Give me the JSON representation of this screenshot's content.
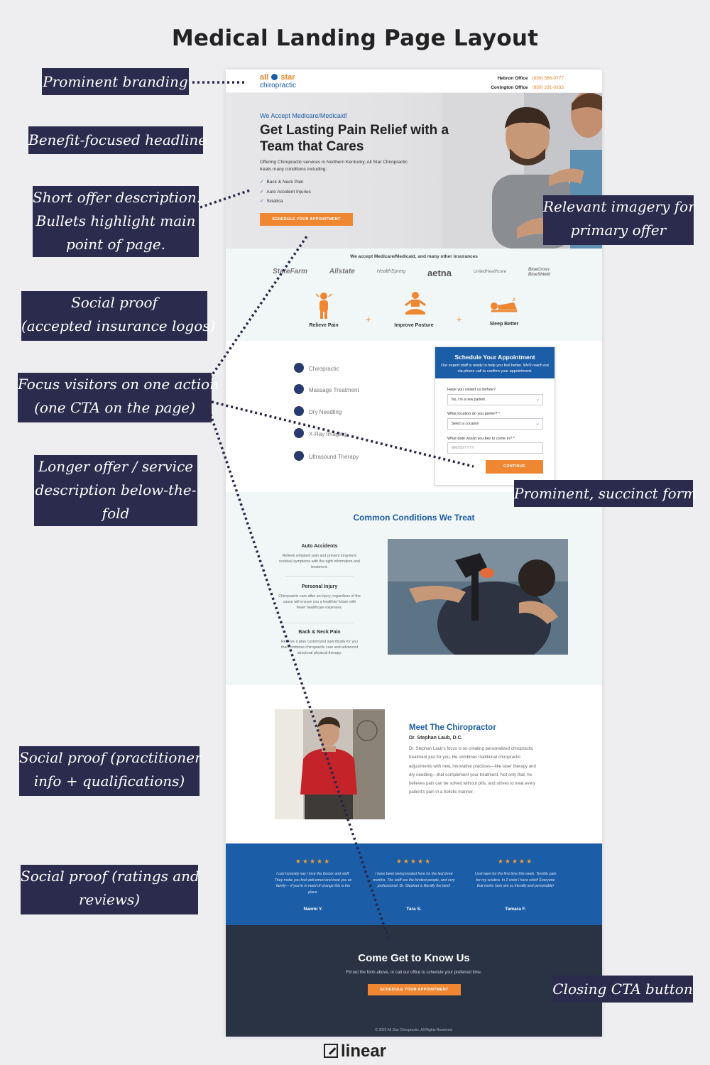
{
  "title": "Medical Landing Page Layout",
  "brand": "linear",
  "mockup": {
    "logo": {
      "line1_a": "all",
      "line1_b": "star",
      "line2": "chiropractic"
    },
    "offices": [
      {
        "name": "Hebron Office",
        "phone": "(859) 586-9777"
      },
      {
        "name": "Covington Office",
        "phone": "(859) 291-0333"
      }
    ],
    "hero": {
      "eyebrow": "We Accept Medicare/Medicaid!",
      "headline": "Get Lasting Pain Relief with a Team that Cares",
      "description": "Offering Chiropractic services in Northern Kentucky, All Star Chiropractic treats many conditions including:",
      "bullets": [
        "Back & Neck Pain",
        "Auto Accident Injuries",
        "Sciatica"
      ],
      "cta": "SCHEDULE YOUR APPOINTMENT"
    },
    "insurance": {
      "title": "We accept Medicare/Medicaid, and many other insurances",
      "logos": [
        "StateFarm",
        "Allstate",
        "HealthSpring",
        "aetna",
        "UnitedHealthcare",
        "BlueCross BlueShield"
      ],
      "benefits": [
        "Relieve Pain",
        "Improve Posture",
        "Sleep Better"
      ],
      "plus": "+"
    },
    "services": [
      "Chiropractic",
      "Massage Treatment",
      "Dry Needling",
      "X-Ray Imaging",
      "Ultrasound Therapy"
    ],
    "form": {
      "title": "Schedule Your Appointment",
      "subtitle": "Our expert staff is ready to help you feel better. We'll reach out via phone call to confirm your appointment.",
      "q1": "Have you visited us before?",
      "q1_value": "No, I'm a new patient.",
      "q2": "What location do you prefer? *",
      "q2_value": "Select a Location",
      "q3": "What date would you like to come in? *",
      "q3_placeholder": "MM/DD/YYYY",
      "submit": "CONTINUE"
    },
    "conditions": {
      "title": "Common Conditions We Treat",
      "items": [
        {
          "name": "Auto Accidents",
          "desc": "Relieve whiplash pain and prevent long-term residual symptoms with the right information and treatment."
        },
        {
          "name": "Personal Injury",
          "desc": "Chiropractic care after an injury, regardless of the cause will ensure you a healthier future with fewer healthcare expenses."
        },
        {
          "name": "Back & Neck Pain",
          "desc": "Receive a plan customized specifically for you that combines chiropractic care and advanced structural physical therapy."
        }
      ]
    },
    "meet": {
      "title": "Meet The Chiropractor",
      "name": "Dr. Stephan Laub, D.C.",
      "bio": "Dr. Stephan Laub's focus is on creating personalized chiropractic treatment just for you. He combines traditional chiropractic adjustments with new, innovative practices—like laser therapy and dry needling—that complement your treatment. Not only that, he believes pain can be solved without pills, and strives to treat every patient's pain in a holistic manner."
    },
    "reviews": [
      {
        "stars": "★★★★★",
        "quote": "I can honestly say I love the Doctor and staff. They make you feel welcomed and treat you as family— if you're in need of change this is the place.",
        "author": "Naomi Y."
      },
      {
        "stars": "★★★★★",
        "quote": "I have been being treated here for the last three months. The staff are the kindest people, and very professional. Dr. Stephan is literally the best!",
        "author": "Tara S."
      },
      {
        "stars": "★★★★★",
        "quote": "I just went for the first time this week. Terrible pain for my sciatica. In 2 visits I have relief! Everyone that works here are so friendly and personable!",
        "author": "Tamara F."
      }
    ],
    "closing": {
      "title": "Come Get to Know Us",
      "desc": "Fill out the form above, or call our office to schedule your preferred time.",
      "cta": "SCHEDULE YOUR APPOINTMENT",
      "copyright": "© 2022 All Star Chiropractic. All Rights Reserved."
    }
  },
  "annotations": {
    "branding": "Prominent branding",
    "headline": "Benefit-focused headline",
    "offer_1": "Short offer description.",
    "offer_2": "Bullets highlight main",
    "offer_3": "point of page.",
    "insurance_1": "Social proof",
    "insurance_2": "(accepted insurance logos)",
    "focus_1": "Focus visitors on one action",
    "focus_2": "(one CTA on the page)",
    "longer_1": "Longer offer / service",
    "longer_2": "description below-the-",
    "longer_3": "fold",
    "imagery_1": "Relevant imagery for",
    "imagery_2": "primary offer",
    "form": "Prominent, succinct form",
    "practitioner_1": "Social proof (practitioner",
    "practitioner_2": "info + qualifications)",
    "ratings_1": "Social proof (ratings and",
    "ratings_2": "reviews)",
    "closing": "Closing CTA button"
  },
  "colors": {
    "accent_blue": "#1c5da8",
    "accent_orange": "#ee8632",
    "annotation_bg": "#2b2b4d"
  }
}
